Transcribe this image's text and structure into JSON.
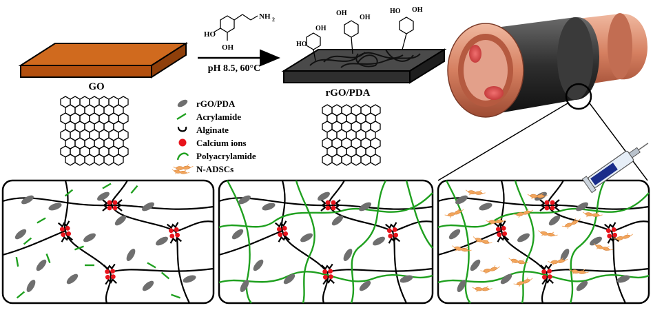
{
  "labels": {
    "go": "GO",
    "rgo_pda": "rGO/PDA",
    "reaction_conditions": "pH 8.5, 60°C",
    "amine_group": "NH",
    "amine_subscript": "2",
    "hydroxyl": "OH",
    "hydroxyl_alt": "HO"
  },
  "legend": {
    "items": [
      {
        "label": "rGO/PDA",
        "icon": "gray-ellipse"
      },
      {
        "label": "Acrylamide",
        "icon": "green-dash"
      },
      {
        "label": "Alginate",
        "icon": "black-u-curve"
      },
      {
        "label": "Calcium ions",
        "icon": "red-dot"
      },
      {
        "label": "Polyacrylamide",
        "icon": "green-arc"
      },
      {
        "label": "N-ADSCs",
        "icon": "orange-cells"
      }
    ]
  },
  "colors": {
    "go_sheet": "#c15b12",
    "rgo_sheet": "#3c3c3c",
    "acrylamide": "#1fa01f",
    "calcium": "#e8141c",
    "flake": "#6f6f6f",
    "cell": "#f2a55c",
    "conduit_outer": "#d8876a",
    "conduit_wrap": "#333333",
    "syringe_plunger": "#1a2d8a"
  }
}
